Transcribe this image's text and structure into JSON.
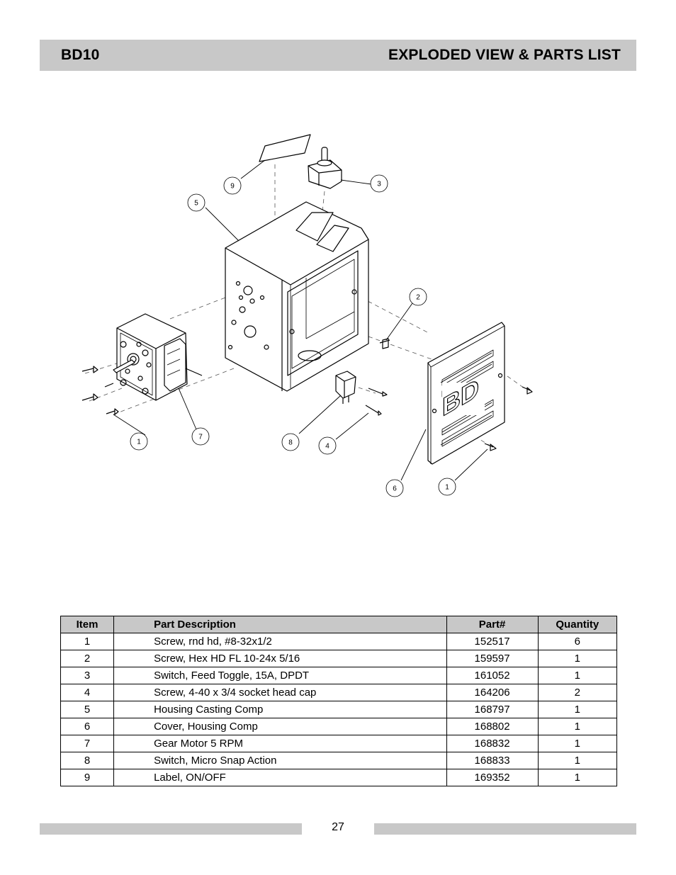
{
  "header": {
    "model": "BD10",
    "title": "EXPLODED VIEW & PARTS LIST"
  },
  "diagram": {
    "callouts": [
      "9",
      "3",
      "5",
      "2",
      "1",
      "7",
      "8",
      "4",
      "6",
      "1"
    ],
    "logo_text": "BD"
  },
  "table": {
    "headers": [
      "Item",
      "Part Description",
      "Part#",
      "Quantity"
    ],
    "rows": [
      {
        "item": "1",
        "desc": "Screw, rnd hd, #8-32x1/2",
        "part": "152517",
        "qty": "6"
      },
      {
        "item": "2",
        "desc": "Screw, Hex HD FL 10-24x 5/16",
        "part": "159597",
        "qty": "1"
      },
      {
        "item": "3",
        "desc": "Switch, Feed Toggle, 15A, DPDT",
        "part": "161052",
        "qty": "1"
      },
      {
        "item": "4",
        "desc": "Screw, 4-40 x 3/4 socket head cap",
        "part": "164206",
        "qty": "2"
      },
      {
        "item": "5",
        "desc": "Housing Casting Comp",
        "part": "168797",
        "qty": "1"
      },
      {
        "item": "6",
        "desc": "Cover, Housing Comp",
        "part": "168802",
        "qty": "1"
      },
      {
        "item": "7",
        "desc": "Gear Motor 5 RPM",
        "part": "168832",
        "qty": "1"
      },
      {
        "item": "8",
        "desc": "Switch, Micro Snap Action",
        "part": "168833",
        "qty": "1"
      },
      {
        "item": "9",
        "desc": "Label, ON/OFF",
        "part": "169352",
        "qty": "1"
      }
    ]
  },
  "footer": {
    "page_number": "27"
  }
}
